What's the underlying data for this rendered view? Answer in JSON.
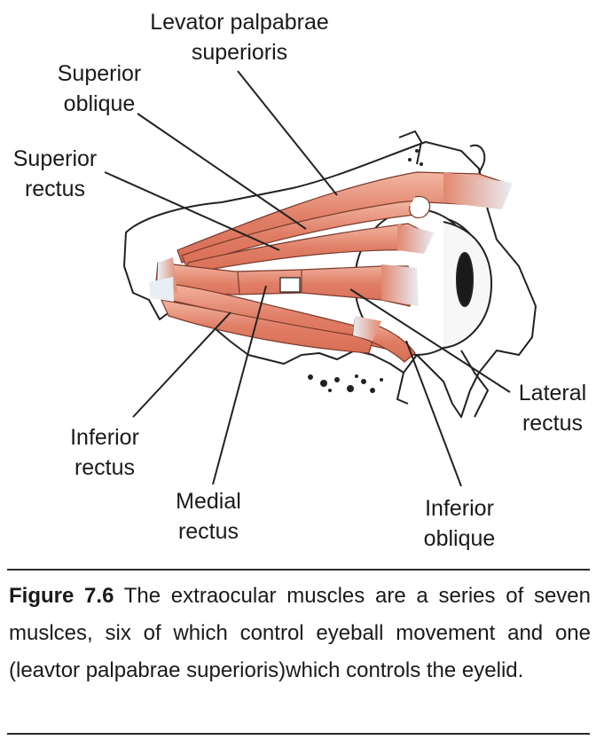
{
  "labels": {
    "levator": [
      "Levator palpabrae",
      "superioris"
    ],
    "superior_oblique": [
      "Superior",
      "oblique"
    ],
    "superior_rectus": [
      "Superior",
      "rectus"
    ],
    "inferior_rectus": [
      "Inferior",
      "rectus"
    ],
    "medial_rectus": [
      "Medial",
      "rectus"
    ],
    "inferior_oblique": [
      "Inferior",
      "oblique"
    ],
    "lateral_rectus": [
      "Lateral",
      "rectus"
    ]
  },
  "caption": {
    "figure_number": "Figure 7.6",
    "text": " The extraocular muscles are a series of seven muslces, six of which control eyeball movement and one (leavtor palpabrae superioris)which controls the eyelid."
  },
  "colors": {
    "muscle": "#e0806a",
    "muscle_light": "#f3b9a6",
    "muscle_stroke": "#7a3a2c",
    "tendon": "#dfe7ee",
    "bone": "#ffffff",
    "line": "#222222"
  }
}
